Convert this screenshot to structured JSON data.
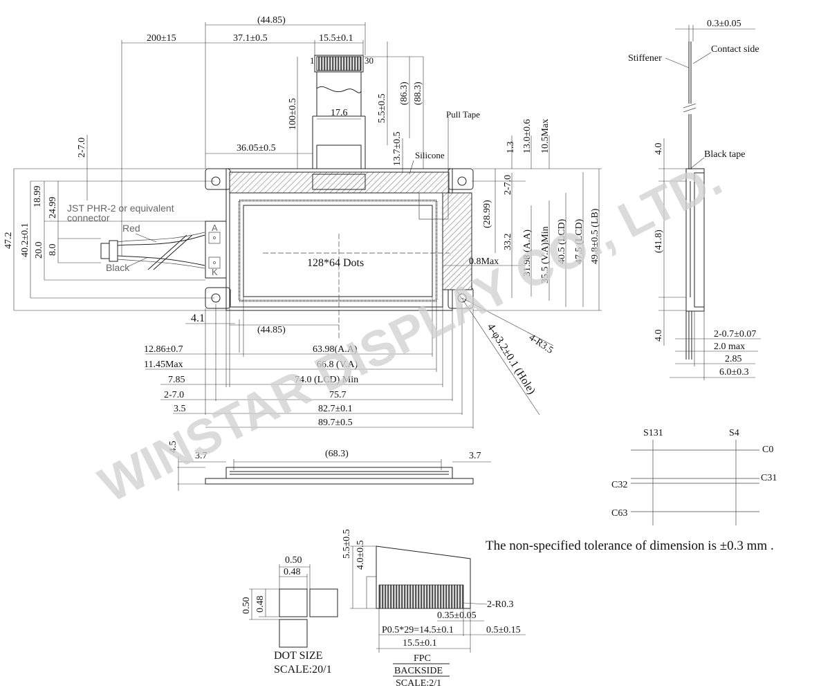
{
  "watermark": "WINSTAR DISPLAY CO., LTD.",
  "main": {
    "dots": "128*64 Dots",
    "connector_note_1": "JST PHR-2  or  equivalent",
    "connector_note_2": "connector",
    "wire_red": "Red",
    "wire_black": "Black",
    "pin_a": "A",
    "pin_k": "K",
    "fpc_pin1": "1",
    "fpc_pin30": "30",
    "pull_tape": "Pull Tape",
    "silicone": "Silicone",
    "top_dims": {
      "d44_85_top": "(44.85)",
      "d200": "200±15",
      "d37_1": "37.1±0.5",
      "d15_5": "15.5±0.1",
      "d100": "100±0.5",
      "d17_6": "17.6",
      "d5_5": "5.5±0.5",
      "d86_3": "(86.3)",
      "d88_3": "(88.3)",
      "d13_7": "13.7±0.5",
      "d36_05": "36.05±0.5",
      "d2_7_left": "2-7.0",
      "d1_3": "1.3",
      "d13_0": "13.0±0.6",
      "d10_5": "10.5Max"
    },
    "left_dims": {
      "d47_2": "47.2",
      "d40_2": "40.2±0.1",
      "d20_0": "20.0",
      "d18_99": "18.99",
      "d24_99": "24.99",
      "d8_0": "8.0"
    },
    "right_dims": {
      "d2_7_right": "2-7.0",
      "d28_99": "(28.99)",
      "d33_2": "33.2",
      "d31_98": "31.98 (A.A)",
      "d35_5": "35.5 (V.A)Min",
      "d40_5": "40.5 (LCD)",
      "d47_5": "47.5 (LCD)",
      "d49_8": "49.8±0.5 (LB)",
      "d0_8": "0.8Max",
      "d4_r": "4-R3.5",
      "d4_hole": "4-φ3.2±0.1 (Hole)"
    },
    "bottom_dims": {
      "d4_1": "4.1",
      "d44_85_bottom": "(44.85)",
      "d12_86": "12.86±0.7",
      "d11_45": "11.45Max",
      "d7_85": "7.85",
      "d2_7_bottom": "2-7.0",
      "d3_5": "3.5",
      "d63_98": "63.98(A.A)",
      "d66_8": "66.8 (V.A)",
      "d74_0": "74.0 (LCD) Min",
      "d75_7": "75.7",
      "d82_7": "82.7±0.1",
      "d89_7": "89.7±0.5"
    }
  },
  "side_view": {
    "d4_5": "4.5",
    "d3_7_left": "3.7",
    "d68_3": "(68.3)",
    "d3_7_right": "3.7"
  },
  "right_view": {
    "d0_3": "0.3±0.05",
    "stiffener": "Stiffener",
    "contact_side": "Contact side",
    "black_tape": "Black tape",
    "d4_0_top": "4.0",
    "d41_8": "(41.8)",
    "d4_0_bottom": "4.0",
    "d2_0_7": "2-0.7±0.07",
    "d2_0max": "2.0 max",
    "d2_85": "2.85",
    "d6_0": "6.0±0.3"
  },
  "matrix": {
    "s131": "S131",
    "s4": "S4",
    "c0": "C0",
    "c31": "C31",
    "c32": "C32",
    "c63": "C63"
  },
  "tolerance_note": "The non-specified tolerance of dimension is ±0.3 mm .",
  "dot_size": {
    "d0_50_w": "0.50",
    "d0_48_w": "0.48",
    "d0_50_h": "0.50",
    "d0_48_h": "0.48",
    "title": "DOT SIZE",
    "scale": "SCALE:20/1"
  },
  "fpc": {
    "d5_5": "5.5±0.5",
    "d4_0": "4.0±0.5",
    "r0_3": "2-R0.3",
    "d0_35": "0.35±0.05",
    "pitch": "P0.5*29=14.5±0.1",
    "d0_5": "0.5±0.15",
    "d15_5": "15.5±0.1",
    "title": "FPC",
    "backside": "BACKSIDE",
    "scale": "SCALE:2/1"
  }
}
